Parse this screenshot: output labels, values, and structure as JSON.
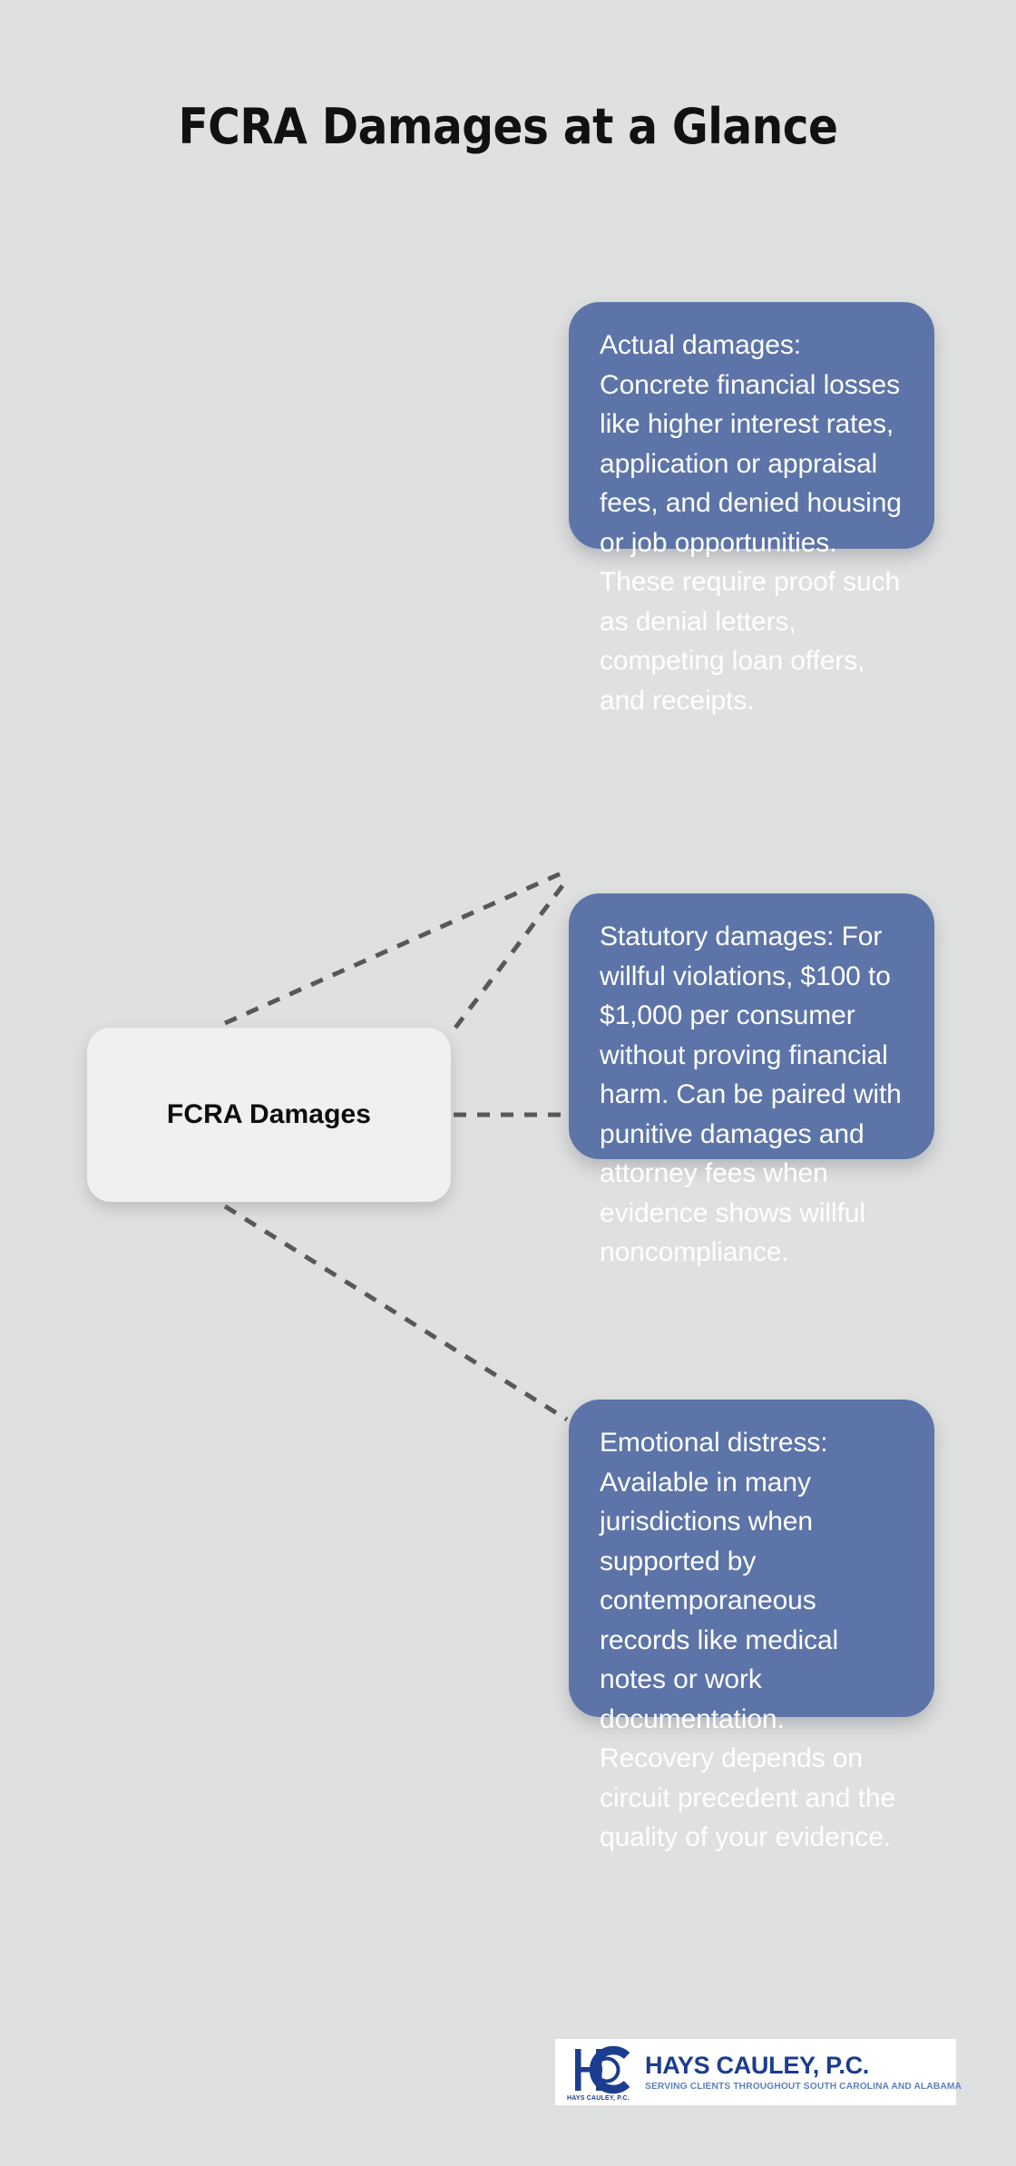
{
  "header": {
    "title": "FCRA Damages at a Glance"
  },
  "diagram": {
    "type": "mind-map",
    "background_color": "#dfe0e0",
    "center_node": {
      "label": "FCRA Damages",
      "background_color": "#eff0f2",
      "text_color": "#0d0d0d"
    },
    "branch_style": {
      "background_color": "#5c74a8",
      "text_color": "#ffffff",
      "connector_color": "#585858",
      "connector_style": "dashed"
    },
    "branches": [
      {
        "id": "actual-damages",
        "heading": "Actual damages:",
        "text": "Actual damages: Concrete financial losses like higher interest rates, application or appraisal fees, and denied housing or job opportunities. These require proof such as denial letters, competing loan offers, and receipts."
      },
      {
        "id": "statutory-damages",
        "heading": "Statutory damages:",
        "text": "Statutory damages: For willful violations, $100 to $1,000 per consumer without proving financial harm. Can be paired with punitive damages and attorney fees when evidence shows willful noncompliance."
      },
      {
        "id": "emotional-distress",
        "heading": "Emotional distress:",
        "text": "Emotional distress: Available in many jurisdictions when supported by contemporaneous records like medical notes or work documentation. Recovery depends on circuit precedent and the quality of your evidence."
      }
    ]
  },
  "footer": {
    "logo": {
      "monogram_caption": "HAYS CAULEY, P.C.",
      "name": "HAYS CAULEY, P.C.",
      "tagline": "SERVING CLIENTS THROUGHOUT SOUTH CAROLINA AND ALABAMA",
      "brand_color": "#1b3d8f",
      "tagline_color": "#5c7fbe"
    }
  }
}
